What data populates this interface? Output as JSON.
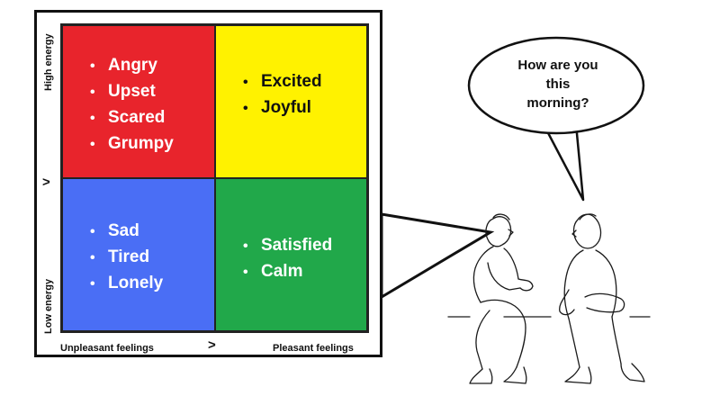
{
  "grid": {
    "quadrants": [
      {
        "id": "top-left",
        "color": "#e8242c",
        "text_tone": "light",
        "items": [
          "Angry",
          "Upset",
          "Scared",
          "Grumpy"
        ]
      },
      {
        "id": "top-right",
        "color": "#fff200",
        "text_tone": "dark",
        "items": [
          "Excited",
          "Joyful"
        ]
      },
      {
        "id": "bottom-left",
        "color": "#4a6ef5",
        "text_tone": "light",
        "items": [
          "Sad",
          "Tired",
          "Lonely"
        ]
      },
      {
        "id": "bottom-right",
        "color": "#21a84a",
        "text_tone": "light",
        "items": [
          "Satisfied",
          "Calm"
        ]
      }
    ],
    "y_axis": {
      "high": "High energy",
      "low": "Low energy",
      "arrow": ">"
    },
    "x_axis": {
      "left": "Unpleasant feelings",
      "right": "Pleasant feelings",
      "arrow": ">"
    }
  },
  "speech_bubble": {
    "lines": [
      "How are you",
      "this",
      "morning?"
    ]
  },
  "illustration": {
    "icon": "two-people-talking-line-art-icon"
  }
}
